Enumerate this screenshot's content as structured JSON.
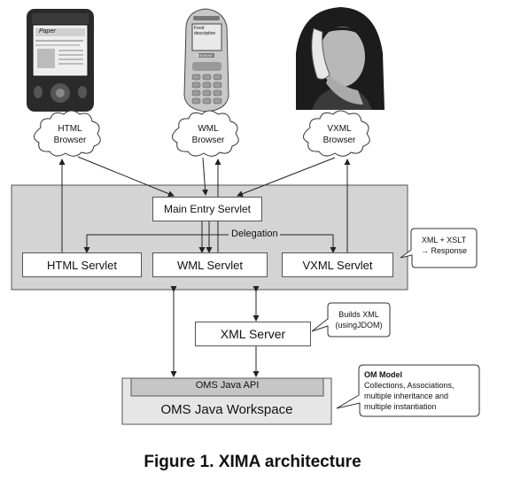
{
  "clients": {
    "html_browser": {
      "line1": "HTML",
      "line2": "Browser"
    },
    "wml_browser": {
      "line1": "WML",
      "line2": "Browser"
    },
    "vxml_browser": {
      "line1": "VXML",
      "line2": "Browser"
    }
  },
  "devices": {
    "pda_screen_title": "Paper",
    "phone_screen_line1": "Food",
    "phone_screen_line2": "description",
    "phone_brand": "SIEMENS"
  },
  "servlets": {
    "main_entry": "Main Entry Servlet",
    "delegation": "Delegation",
    "html": "HTML Servlet",
    "wml": "WML Servlet",
    "vxml": "VXML Servlet"
  },
  "notes": {
    "xml_xslt_line1": "XML + XSLT",
    "xml_xslt_line2": "→ Response",
    "builds_xml_line1": "Builds XML",
    "builds_xml_line2": "(usingJDOM)",
    "om_model_title": "OM Model",
    "om_model_line1": "Collections, Associations,",
    "om_model_line2": "multiple inheritance and",
    "om_model_line3": "multiple instantiation"
  },
  "xml_server": "XML Server",
  "oms_java_api": "OMS Java API",
  "oms_java_workspace": "OMS Java Workspace",
  "caption": "Figure 1. XIMA architecture",
  "colors": {
    "server_panel": "#d4d4d4",
    "api_bar": "#c6c6c6",
    "workspace": "#e6e6e6"
  }
}
